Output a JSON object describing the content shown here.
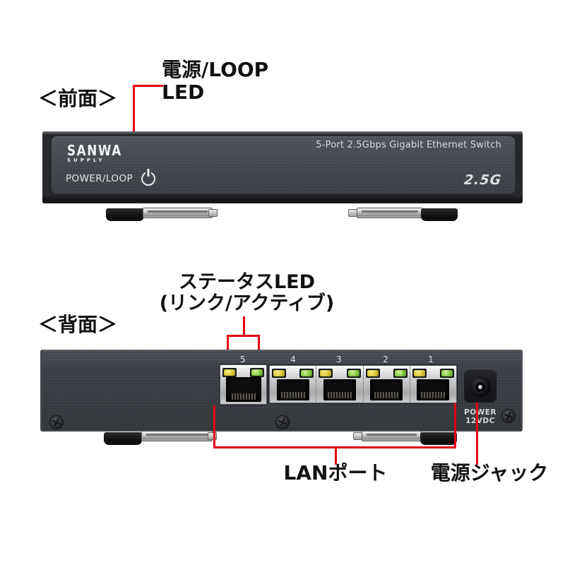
{
  "colors": {
    "accent_red": "#e60012",
    "led_yellow": "#d9c63a",
    "led_green": "#82c93f"
  },
  "labels": {
    "front_view": "＜前面＞",
    "back_view": "＜背面＞"
  },
  "callouts": {
    "power_led": {
      "line1": "電源/LOOP",
      "line2": "LED"
    },
    "status_led": {
      "line1": "ステータスLED",
      "line2": "(リンク/アクティブ)"
    },
    "lan_ports": "LANポート",
    "power_jack": "電源ジャック"
  },
  "front": {
    "brand": "SANWA",
    "brand_sub": "SUPPLY",
    "power_loop_label": "POWER/LOOP",
    "power_icon": "power-icon",
    "product_name": "5-Port 2.5Gbps Gigabit Ethernet Switch",
    "badge": "2.5G"
  },
  "back": {
    "port_numbers": [
      "5",
      "4",
      "3",
      "2",
      "1"
    ],
    "power_label_line1": "POWER",
    "power_label_line2": "12VDC"
  }
}
